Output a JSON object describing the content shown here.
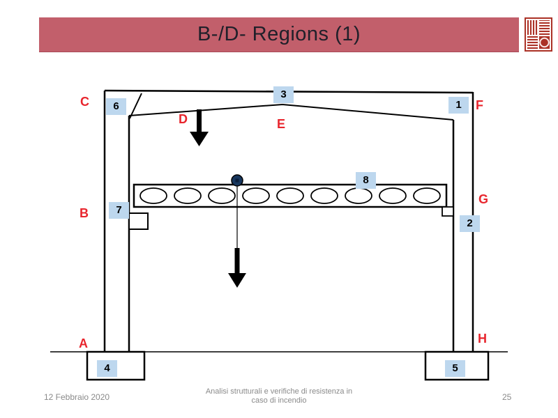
{
  "slide": {
    "title": "B-/D- Regions (1)",
    "footer": {
      "date": "12 Febbraio 2020",
      "center_line1": "Analisi strutturali e verifiche di resistenza in",
      "center_line2": "caso di incendio",
      "page": "25"
    }
  },
  "diagram": {
    "node_numbers": {
      "n1": "1",
      "n2": "2",
      "n3": "3",
      "n4": "4",
      "n5": "5",
      "n6": "6",
      "n7": "7",
      "n8": "8"
    },
    "region_letters": {
      "A": "A",
      "B": "B",
      "C": "C",
      "D": "D",
      "E": "E",
      "F": "F",
      "G": "G",
      "H": "H"
    },
    "colors": {
      "title_bar": "#c25f6b",
      "number_box": "#bdd7ee",
      "region_letter": "#e8252d",
      "hinge": "#17365d",
      "seal": "#ab3227",
      "footer_text": "#8a8a8a"
    }
  }
}
